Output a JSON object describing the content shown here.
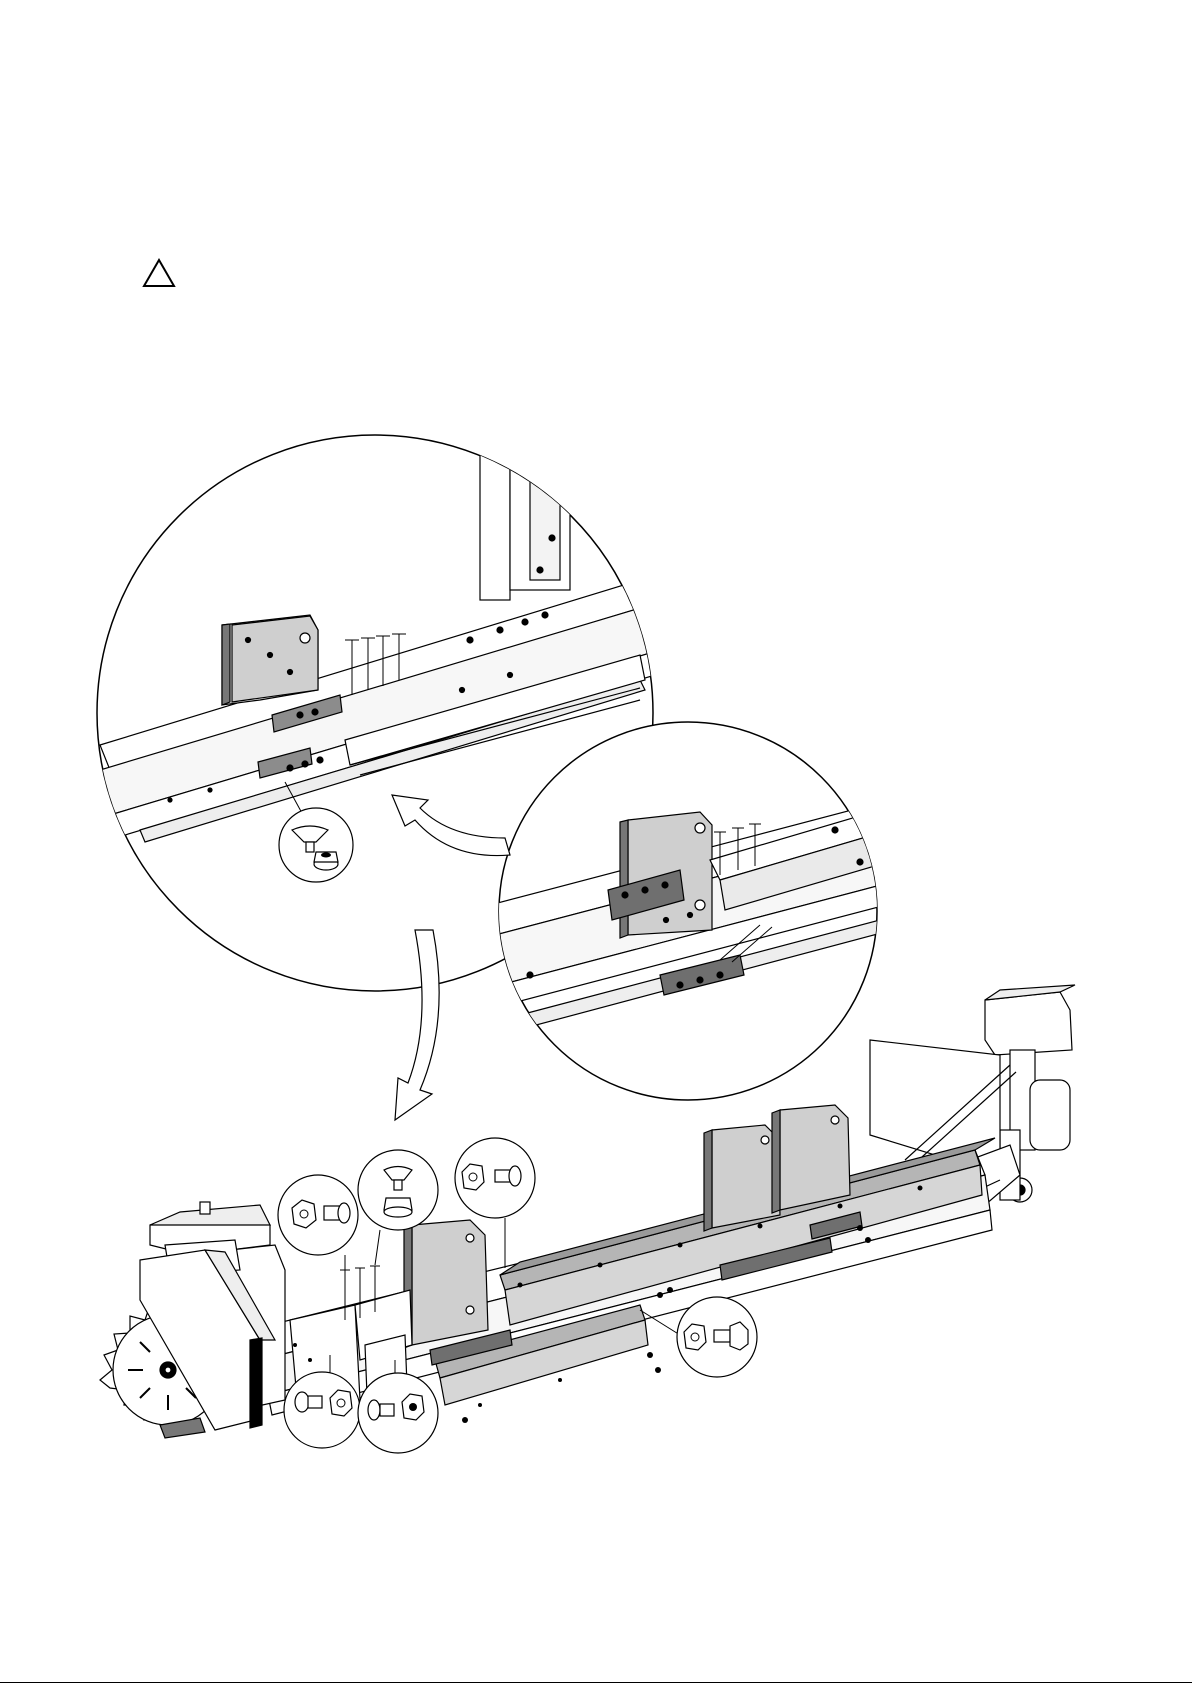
{
  "page": {
    "warning_icon": "warning-triangle-icon",
    "figure_type": "exploded-assembly-illustration"
  },
  "details": [
    {
      "id": "detail-top",
      "shows": [
        "countersunk-bolt-icon",
        "flange-nut-icon"
      ]
    },
    {
      "id": "detail-right",
      "shows": []
    }
  ],
  "callouts": [
    {
      "id": "callout-1",
      "shows": [
        "flange-nut-icon",
        "carriage-bolt-icon"
      ]
    },
    {
      "id": "callout-2",
      "shows": [
        "countersunk-bolt-icon",
        "flange-nut-icon"
      ]
    },
    {
      "id": "callout-3",
      "shows": [
        "flange-nut-icon",
        "carriage-bolt-icon"
      ]
    },
    {
      "id": "callout-4",
      "shows": [
        "flange-nut-icon",
        "carriage-bolt-icon"
      ]
    },
    {
      "id": "callout-5",
      "shows": [
        "carriage-bolt-icon",
        "flange-nut-icon"
      ]
    },
    {
      "id": "callout-6",
      "shows": [
        "flange-nut-icon",
        "flange-bolt-icon"
      ]
    }
  ],
  "colors": {
    "ink": "#000000",
    "highlight": "#9a9a9a",
    "plate": "#cfcfcf",
    "background": "#ffffff"
  }
}
